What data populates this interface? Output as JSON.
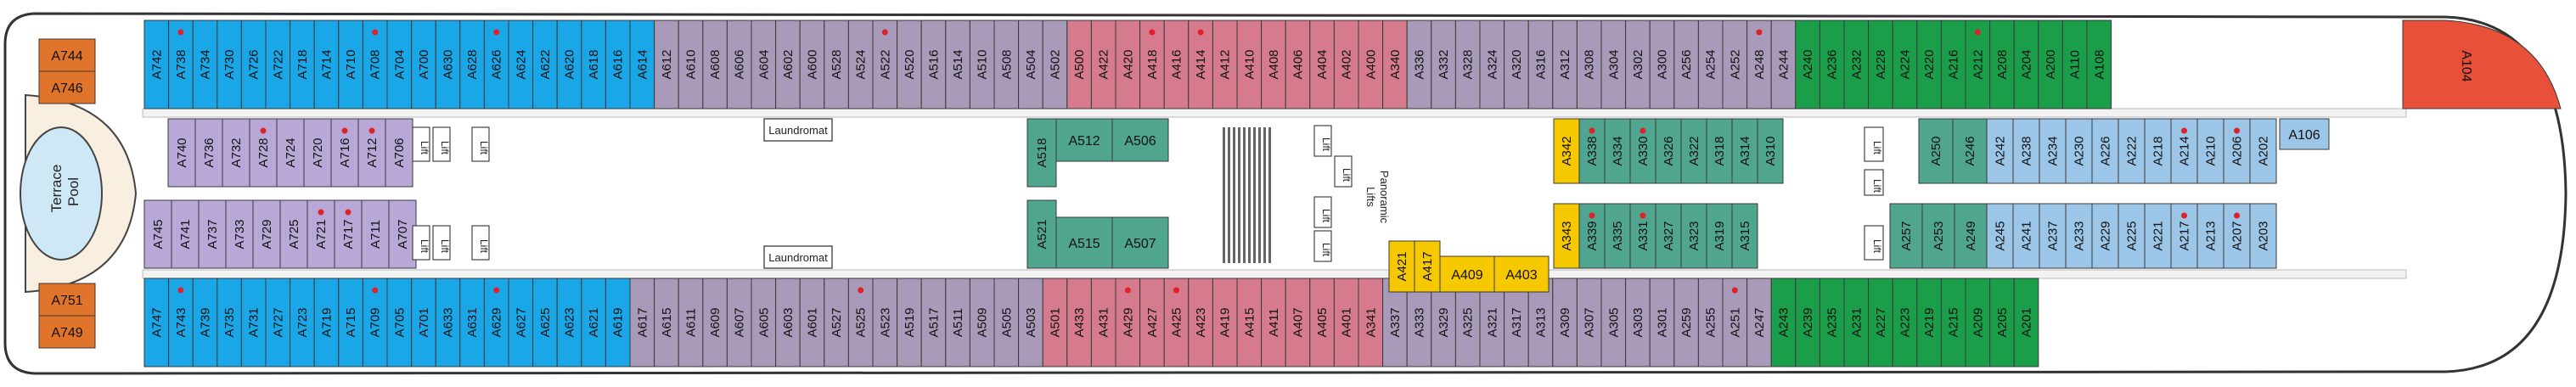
{
  "colors": {
    "cabin_blue": "#1aa7e8",
    "cabin_purple": "#a89ab8",
    "cabin_pink": "#d67a8e",
    "cabin_green": "#1a9e4a",
    "cabin_lightblue": "#9cc6e8",
    "cabin_lavender": "#b8a8d8",
    "cabin_teal": "#4fa58e",
    "cabin_yellow": "#f5c800",
    "cabin_orange": "#e0742a",
    "cabin_red": "#e8503a",
    "hull_outline": "#333333",
    "accessible_marker": "#e0202a"
  },
  "labels": {
    "pool": [
      "Terrace",
      "Pool"
    ],
    "laundromat": "Laundromat",
    "lift": "Lift",
    "panoramic_lifts": [
      "Panoramic",
      "Lifts"
    ]
  },
  "icons": {
    "wheelchair_accessible": "wheelchair-icon",
    "connecting_room": "dot-marker-icon"
  },
  "cabins": {
    "stern_top": [
      "A744",
      "A746"
    ],
    "stern_bottom": [
      "A751",
      "A749"
    ],
    "top_row": [
      [
        "A742",
        "A738",
        "A734",
        "A730",
        "A726",
        "A722",
        "A718",
        "A714",
        "A710",
        "A708",
        "A704",
        "A700",
        "A630",
        "A628",
        "A626",
        "A624",
        "A622",
        "A620",
        "A618",
        "A616",
        "A614"
      ],
      [
        "A612",
        "A610",
        "A608",
        "A606",
        "A604",
        "A602",
        "A600",
        "A528",
        "A524",
        "A522",
        "A520",
        "A516",
        "A514",
        "A510",
        "A508",
        "A504",
        "A502"
      ],
      [
        "A500",
        "A422",
        "A420",
        "A418",
        "A416",
        "A414",
        "A412",
        "A410",
        "A408",
        "A406",
        "A404",
        "A402",
        "A400",
        "A340"
      ],
      [
        "A336",
        "A332",
        "A328",
        "A324",
        "A320",
        "A316",
        "A312",
        "A308",
        "A304",
        "A302",
        "A300",
        "A256",
        "A254",
        "A252",
        "A248",
        "A244"
      ],
      [
        "A240",
        "A236",
        "A232",
        "A228",
        "A224",
        "A220",
        "A216",
        "A212",
        "A208",
        "A204",
        "A200",
        "A110",
        "A108"
      ]
    ],
    "bow": "A104",
    "bottom_row": [
      [
        "A747",
        "A743",
        "A739",
        "A735",
        "A731",
        "A727",
        "A723",
        "A719",
        "A715",
        "A709",
        "A705",
        "A701",
        "A633",
        "A631",
        "A629",
        "A627",
        "A625",
        "A623",
        "A621",
        "A619"
      ],
      [
        "A617",
        "A615",
        "A611",
        "A609",
        "A607",
        "A605",
        "A603",
        "A601",
        "A527",
        "A525",
        "A523",
        "A519",
        "A517",
        "A511",
        "A509",
        "A505",
        "A503"
      ],
      [
        "A501",
        "A433",
        "A431",
        "A429",
        "A427",
        "A425",
        "A423",
        "A419",
        "A415",
        "A411",
        "A407",
        "A405",
        "A401",
        "A341"
      ],
      [
        "A337",
        "A333",
        "A329",
        "A325",
        "A321",
        "A317",
        "A313",
        "A309",
        "A307",
        "A305",
        "A303",
        "A301",
        "A259",
        "A255",
        "A251",
        "A247"
      ],
      [
        "A243",
        "A239",
        "A235",
        "A231",
        "A227",
        "A223",
        "A219",
        "A215",
        "A209",
        "A205",
        "A201"
      ]
    ],
    "inner_aft_top": [
      "A740",
      "A736",
      "A732",
      "A728",
      "A724",
      "A720",
      "A716",
      "A712",
      "A706"
    ],
    "inner_aft_bottom": [
      "A745",
      "A741",
      "A737",
      "A733",
      "A729",
      "A725",
      "A721",
      "A717",
      "A711",
      "A707"
    ],
    "teal_top": [
      "A518",
      "A512",
      "A506"
    ],
    "teal_bottom": [
      "A521",
      "A515",
      "A507"
    ],
    "yellow_center": [
      "A421",
      "A417",
      "A409",
      "A403"
    ],
    "inner_fwd_top_yellow": "A342",
    "inner_fwd_top": [
      "A338",
      "A334",
      "A330",
      "A326",
      "A322",
      "A318",
      "A314",
      "A310"
    ],
    "inner_fwd_bottom_yellow": "A343",
    "inner_fwd_bottom": [
      "A339",
      "A335",
      "A331",
      "A327",
      "A323",
      "A319",
      "A315"
    ],
    "inner_bow_top_teal": [
      "A250",
      "A246"
    ],
    "inner_bow_top": [
      "A242",
      "A238",
      "A234",
      "A230",
      "A226",
      "A222",
      "A218",
      "A214",
      "A210",
      "A206",
      "A202"
    ],
    "inner_bow_top_end": "A106",
    "inner_bow_bottom_teal": [
      "A257",
      "A253",
      "A249"
    ],
    "inner_bow_bottom": [
      "A245",
      "A241",
      "A237",
      "A233",
      "A229",
      "A225",
      "A221",
      "A217",
      "A213",
      "A207",
      "A203"
    ]
  }
}
